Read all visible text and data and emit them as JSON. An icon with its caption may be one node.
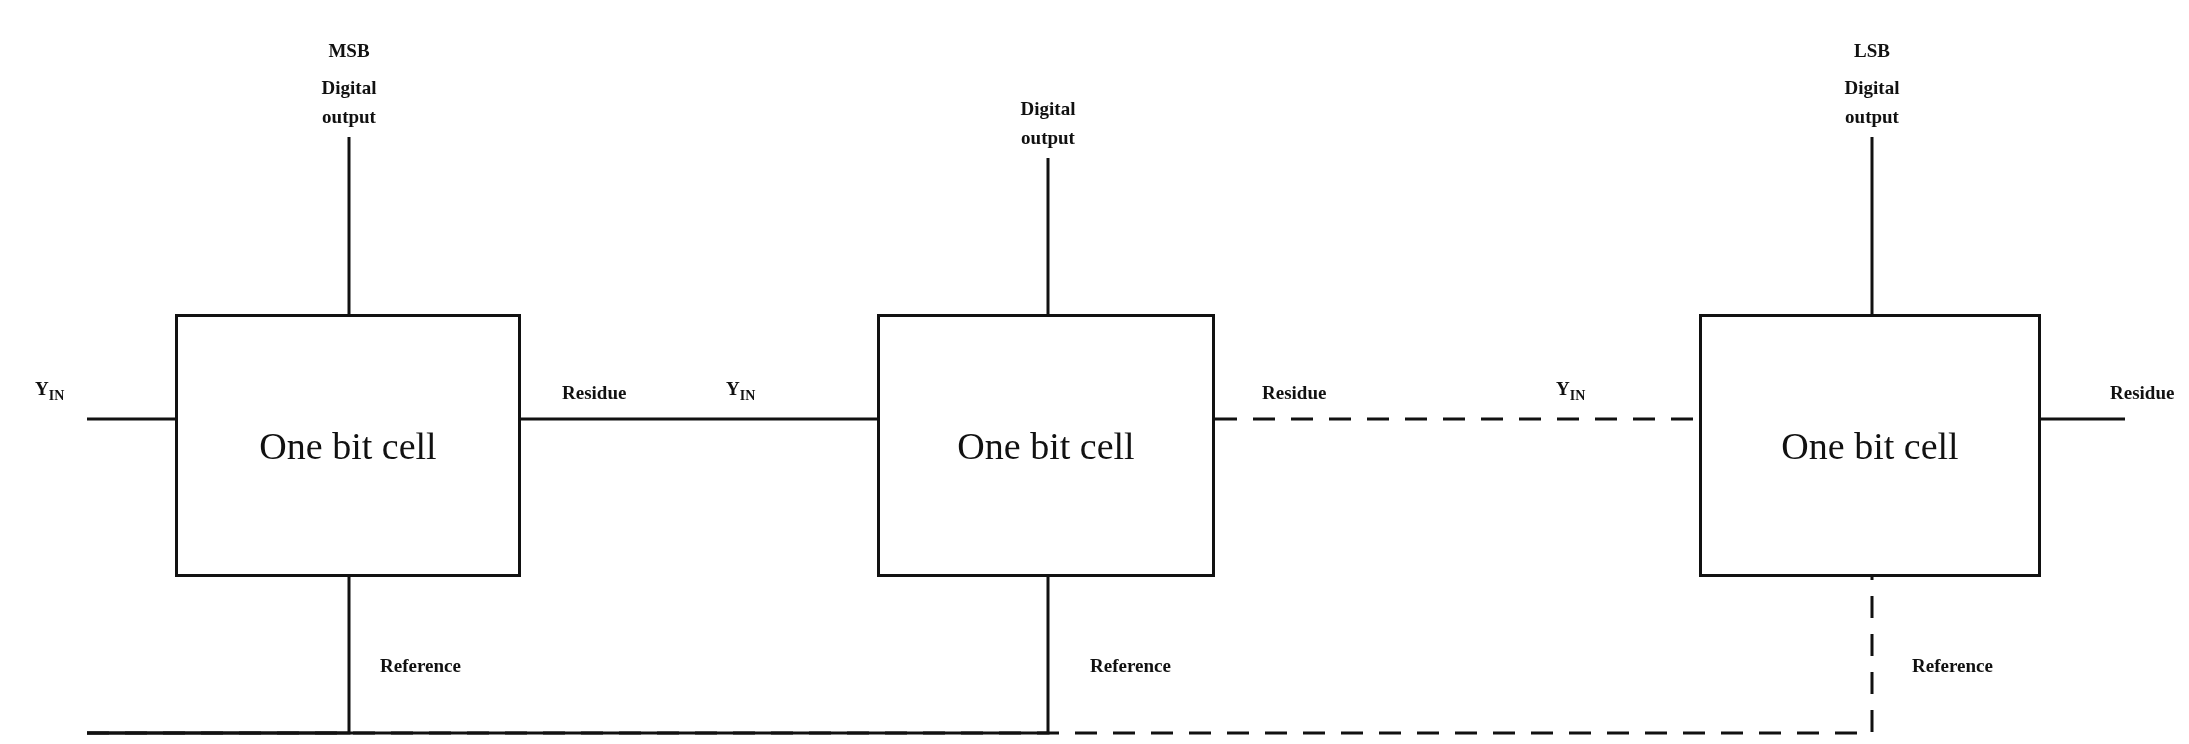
{
  "diagram": {
    "nodes": [
      {
        "text": [
          "MSB",
          "Digital output"
        ]
      },
      {
        "text": [
          "Digital output"
        ]
      },
      {
        "text": [
          "LSB",
          "Digital output"
        ]
      },
      {
        "text": [
          "One bit cell"
        ]
      },
      {
        "text": [
          "One bit cell"
        ]
      },
      {
        "text": [
          "One bit cell"
        ]
      }
    ],
    "edges": [
      {
        "from": null,
        "to": 3,
        "arrow": "none"
      },
      {
        "from": 3,
        "to": 4,
        "arrow": "none"
      },
      {
        "from": 4,
        "to": 5,
        "arrow": "none",
        "style": "dashed"
      },
      {
        "from": 5,
        "to": null,
        "arrow": "none"
      },
      {
        "from": 3,
        "to": 0,
        "arrow": "none"
      },
      {
        "from": 4,
        "to": 1,
        "arrow": "none"
      },
      {
        "from": 5,
        "to": 2,
        "arrow": "none"
      },
      {
        "from": null,
        "to": 3,
        "arrow": "none"
      },
      {
        "from": null,
        "to": 4,
        "arrow": "none"
      },
      {
        "from": null,
        "to": 5,
        "arrow": "none",
        "style": "dashed"
      }
    ],
    "labels": [
      "Y$_{IN}$",
      "Residue",
      "Y$_{IN}$",
      "Residue",
      "Y$_{IN}$",
      "Residue",
      "Reference",
      "Reference",
      "Reference"
    ]
  }
}
